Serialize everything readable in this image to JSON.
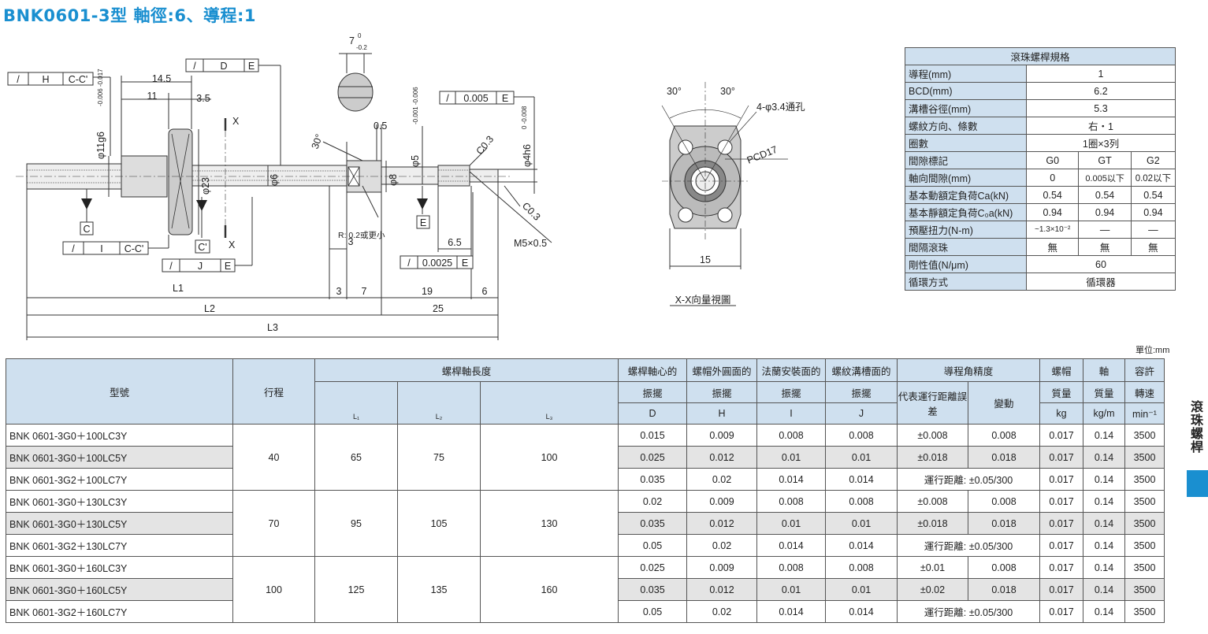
{
  "title": "BNK0601-3型 軸徑:6、導程:1",
  "unit_label": "單位:mm",
  "side_label": "滾珠螺桿",
  "colors": {
    "accent": "#1a8fd0",
    "header_bg": "#cfe0ef",
    "row_shade": "#e4e4e4"
  },
  "drawing": {
    "fcf_h": [
      "/",
      "H",
      "C-C'"
    ],
    "fcf_d": [
      "/",
      "D",
      "E"
    ],
    "fcf_i": [
      "/",
      "I",
      "C-C'"
    ],
    "fcf_j": [
      "/",
      "J",
      "E"
    ],
    "fcf_005": [
      "/",
      "0.005",
      "E"
    ],
    "fcf_0025": [
      "/",
      "0.0025",
      "E"
    ],
    "dim_145": "14.5",
    "dim_11": "11",
    "dim_35": "3.5",
    "tol_11g6": "-0.006 -0.017",
    "dia_11g6": "φ11g6",
    "dia_23": "φ23",
    "dia_6": "φ6",
    "dia_8": "φ8",
    "dia_5": "φ5",
    "tol_5": "-0.001 -0.006",
    "dia_4h6": "φ4h6",
    "tol_4h6": "0 -0.008",
    "dim_7": "7",
    "tol_7_up": "0",
    "tol_7_down": "-0.2",
    "dim_05": "0.5",
    "ang_30": "30°",
    "c03_a": "C0.3",
    "c03_b": "C0.3",
    "r_note": "R: 0.2或更小",
    "dim_3a": "3",
    "dim_65": "6.5",
    "thread": "M5×0.5",
    "datum_c": "C",
    "datum_cp": "C'",
    "datum_e": "E",
    "sec_x": "X",
    "L1": "L1",
    "L2": "L2",
    "L3": "L3",
    "dim_3b": "3",
    "dim_7b": "7",
    "dim_19": "19",
    "dim_6b": "6",
    "dim_25": "25"
  },
  "flange_view": {
    "ang_left": "30°",
    "ang_right": "30°",
    "holes": "4-φ3.4通孔",
    "pcd": "PCD17",
    "width": "15",
    "caption": "X-X向量視圖"
  },
  "spec_table": {
    "header": "滾珠螺桿規格",
    "rows": [
      {
        "label": "導程(mm)",
        "value": "1"
      },
      {
        "label": "BCD(mm)",
        "value": "6.2"
      },
      {
        "label": "溝槽谷徑(mm)",
        "value": "5.3"
      },
      {
        "label": "螺紋方向、條數",
        "value": "右・1"
      },
      {
        "label": "圈數",
        "value": "1圈×3列"
      }
    ],
    "grade_label": "間隙標記",
    "grades": [
      "G0",
      "GT",
      "G2"
    ],
    "multi_rows": [
      {
        "label": "軸向間隙(mm)",
        "values": [
          "0",
          "0.005以下",
          "0.02以下"
        ]
      },
      {
        "label": "基本動額定負荷Ca(kN)",
        "values": [
          "0.54",
          "0.54",
          "0.54"
        ]
      },
      {
        "label": "基本靜額定負荷C₀a(kN)",
        "values": [
          "0.94",
          "0.94",
          "0.94"
        ]
      },
      {
        "label": "預壓扭力(N-m)",
        "values": [
          "~1.3×10⁻²",
          "—",
          "—"
        ]
      },
      {
        "label": "間隔滾珠",
        "values": [
          "無",
          "無",
          "無"
        ]
      }
    ],
    "tail_rows": [
      {
        "label": "剛性值(N/μm)",
        "value": "60"
      },
      {
        "label": "循環方式",
        "value": "循環器"
      }
    ]
  },
  "main_table": {
    "h_model": "型號",
    "h_stroke": "行程",
    "h_length": "螺桿軸長度",
    "h_L1": "L₁",
    "h_L2": "L₂",
    "h_L3": "L₃",
    "h_D_top": "螺桿軸心的",
    "h_D_mid": "振擺",
    "h_D": "D",
    "h_H_top": "螺帽外圓面的",
    "h_H_mid": "振擺",
    "h_H": "H",
    "h_I_top": "法蘭安裝面的",
    "h_I_mid": "振擺",
    "h_I": "I",
    "h_J_top": "螺紋溝槽面的",
    "h_J_mid": "振擺",
    "h_J": "J",
    "h_lead": "導程角精度",
    "h_lead_rep": "代表運行距離誤差",
    "h_lead_var": "變動",
    "h_nut_top": "螺帽",
    "h_nut_mid": "質量",
    "h_nut_unit": "kg",
    "h_shaft_top": "軸",
    "h_shaft_mid": "質量",
    "h_shaft_unit": "kg/m",
    "h_speed_top": "容許",
    "h_speed_mid": "轉速",
    "h_speed_unit": "min⁻¹",
    "groups": [
      {
        "stroke": "40",
        "L1": "65",
        "L2": "75",
        "L3": "100",
        "rows": [
          {
            "model": "BNK 0601-3G0＋100LC3Y",
            "D": "0.015",
            "H": "0.009",
            "I": "0.008",
            "J": "0.008",
            "rep": "±0.008",
            "var": "0.008",
            "nut": "0.017",
            "shaft": "0.14",
            "speed": "3500"
          },
          {
            "model": "BNK 0601-3G0＋100LC5Y",
            "D": "0.025",
            "H": "0.012",
            "I": "0.01",
            "J": "0.01",
            "rep": "±0.018",
            "var": "0.018",
            "nut": "0.017",
            "shaft": "0.14",
            "speed": "3500"
          },
          {
            "model": "BNK 0601-3G2＋100LC7Y",
            "D": "0.035",
            "H": "0.02",
            "I": "0.014",
            "J": "0.014",
            "lead_merged": "運行距離: ±0.05/300",
            "nut": "0.017",
            "shaft": "0.14",
            "speed": "3500"
          }
        ]
      },
      {
        "stroke": "70",
        "L1": "95",
        "L2": "105",
        "L3": "130",
        "rows": [
          {
            "model": "BNK 0601-3G0＋130LC3Y",
            "D": "0.02",
            "H": "0.009",
            "I": "0.008",
            "J": "0.008",
            "rep": "±0.008",
            "var": "0.008",
            "nut": "0.017",
            "shaft": "0.14",
            "speed": "3500"
          },
          {
            "model": "BNK 0601-3G0＋130LC5Y",
            "D": "0.035",
            "H": "0.012",
            "I": "0.01",
            "J": "0.01",
            "rep": "±0.018",
            "var": "0.018",
            "nut": "0.017",
            "shaft": "0.14",
            "speed": "3500"
          },
          {
            "model": "BNK 0601-3G2＋130LC7Y",
            "D": "0.05",
            "H": "0.02",
            "I": "0.014",
            "J": "0.014",
            "lead_merged": "運行距離: ±0.05/300",
            "nut": "0.017",
            "shaft": "0.14",
            "speed": "3500"
          }
        ]
      },
      {
        "stroke": "100",
        "L1": "125",
        "L2": "135",
        "L3": "160",
        "rows": [
          {
            "model": "BNK 0601-3G0＋160LC3Y",
            "D": "0.025",
            "H": "0.009",
            "I": "0.008",
            "J": "0.008",
            "rep": "±0.01",
            "var": "0.008",
            "nut": "0.017",
            "shaft": "0.14",
            "speed": "3500"
          },
          {
            "model": "BNK 0601-3G0＋160LC5Y",
            "D": "0.035",
            "H": "0.012",
            "I": "0.01",
            "J": "0.01",
            "rep": "±0.02",
            "var": "0.018",
            "nut": "0.017",
            "shaft": "0.14",
            "speed": "3500"
          },
          {
            "model": "BNK 0601-3G2＋160LC7Y",
            "D": "0.05",
            "H": "0.02",
            "I": "0.014",
            "J": "0.014",
            "lead_merged": "運行距離: ±0.05/300",
            "nut": "0.017",
            "shaft": "0.14",
            "speed": "3500"
          }
        ]
      }
    ]
  }
}
